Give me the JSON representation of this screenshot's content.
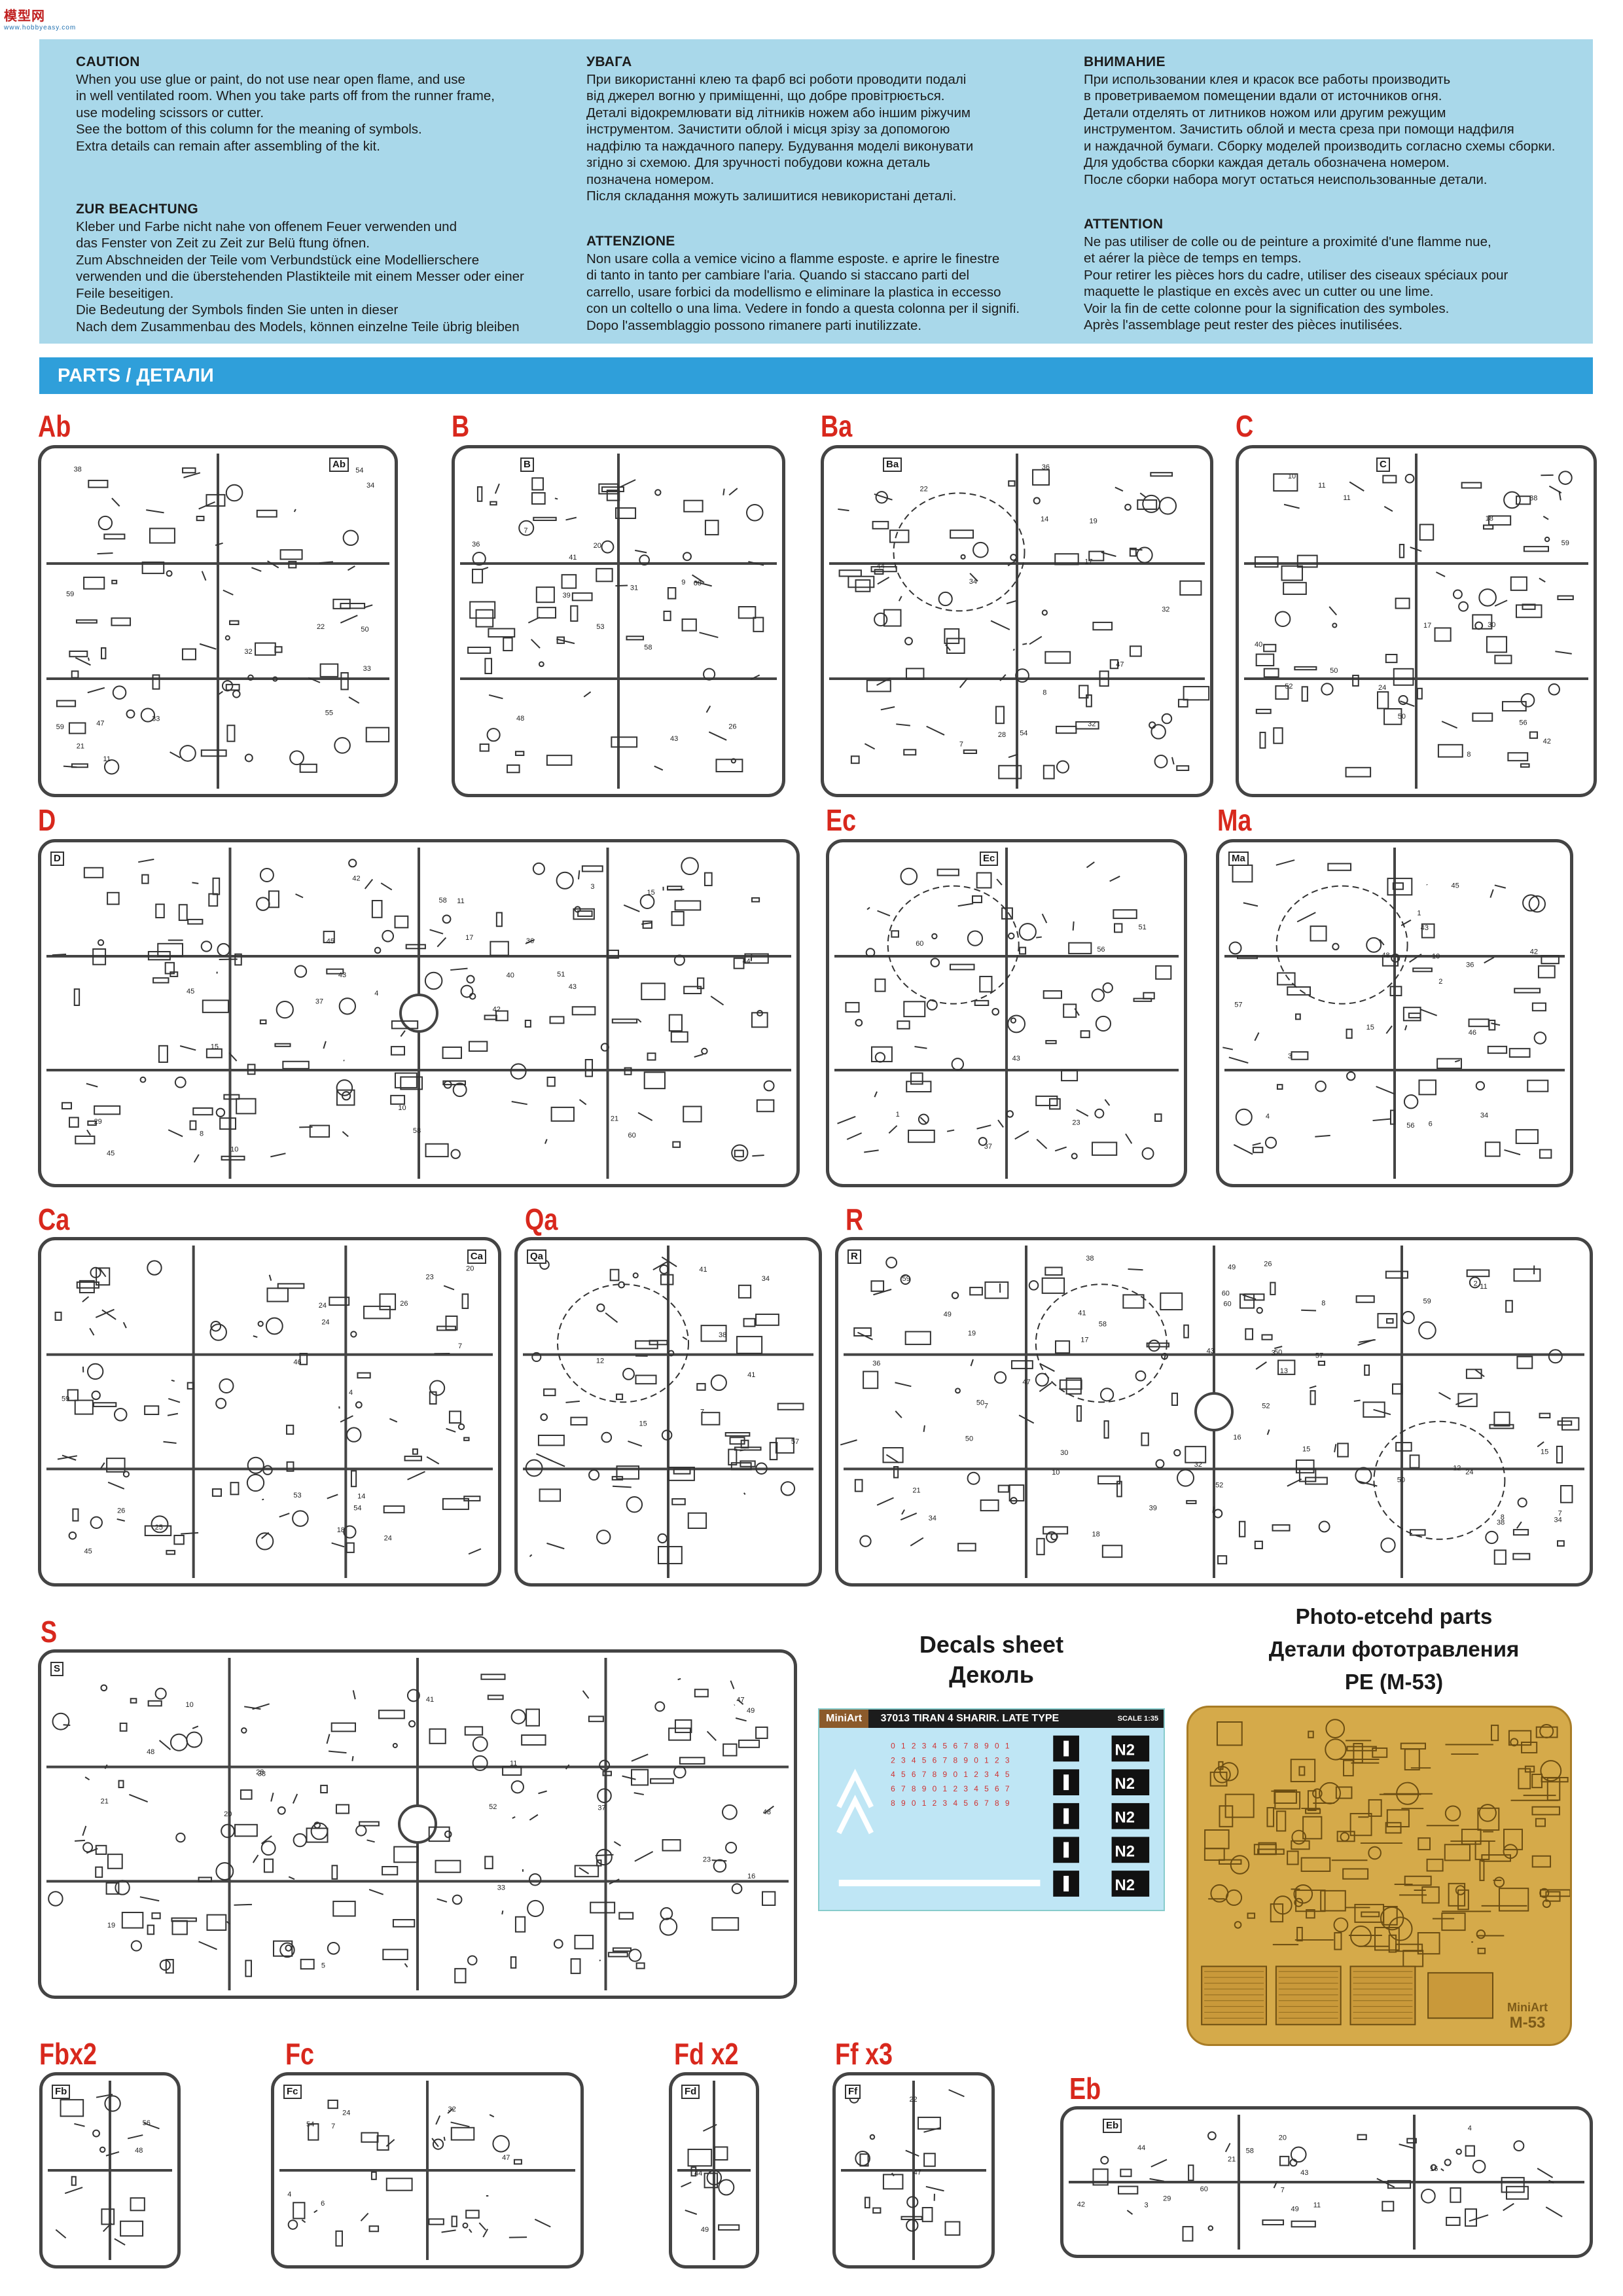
{
  "watermark": {
    "text": "模型网",
    "sub": "www.hobbyeasy.com"
  },
  "notices": {
    "caution": {
      "title": "CAUTION",
      "body": "When you use glue or paint, do not use near open flame, and use\nin well ventilated room. When you take parts off from the runner frame,\nuse modeling scissors or cutter.\nSee the bottom of this column for the meaning of symbols.\nExtra details can remain after assembling of the kit."
    },
    "zur_beachtung": {
      "title": "ZUR BEACHTUNG",
      "body": "Kleber und Farbe nicht nahe von offenem Feuer verwenden und\ndas Fenster von Zeit zu Zeit zur Belü ftung öfnen.\nZum Abschneiden der Teile vom Verbundstück eine Modellierschere\nverwenden und die überstehenden Plastikteile mit einem Messer oder einer\nFeile beseitigen.\nDie Bedeutung der Symbols finden Sie unten in dieser\nNach dem Zusammenbau des Models, können einzelne Teile übrig bleiben"
    },
    "uvaga": {
      "title": "УВАГА",
      "body": "При використанні клею та фарб всі роботи проводити подалі\nвід джерел вогню у приміщенні, що добре провітрюється.\nДеталі відокремлювати від літників ножем або іншим ріжучим\nінструментом. Зачистити облой і місця зрізу за допомогою\nнадфілю та наждачного паперу. Будування моделі виконувати\nзгідно зі схемою. Для зручності побудови кожна деталь\nпозначена номером.\nПісля складання можуть залишитися невикористані деталі."
    },
    "attenzione": {
      "title": "ATTENZIONE",
      "body": "Non usare colla a vemice vicino a flamme esposte. e aprire le finestre\ndi tanto in tanto per cambiare l'aria. Quando si staccano parti del\ncarrello, usare forbici da modellismo e eliminare la plastica in eccesso\ncon un coltello o una lima. Vedere in fondo a questa colonna  per il signifi.\nDopo l'assemblaggio possono rimanere parti inutilizzate."
    },
    "vnimanie": {
      "title": "ВНИМАНИЕ",
      "body": "При использовании клея и красок все работы производить\nв проветриваемом помещении вдали от источников огня.\nДетали отделять от литников ножом или другим режущим\nинструментом. Зачистить облой и места среза при помощи надфиля\nи наждачной бумаги. Сборку моделей производить согласно схемы сборки.\nДля удобства сборки каждая деталь обозначена номером.\nПосле сборки набора могут остаться неиспользованные детали."
    },
    "attention": {
      "title": "ATTENTION",
      "body": "Ne pas utiliser de colle ou de peinture a proximité d'une flamme nue,\net aérer la pièce de temps en temps.\nPour retirer les pièces hors du cadre, utiliser des ciseaux spéciaux pour\nmaquette le plastique en excès avec un cutter ou une lime.\nVoir la fin de cette colonne pour la signification des symboles.\nAprès l'assemblage peut rester des pièces inutilisées."
    }
  },
  "parts_header": "PARTS / ДЕТАЛИ",
  "sprues": [
    {
      "id": "Ab",
      "label": "Ab",
      "tag": "Ab"
    },
    {
      "id": "B",
      "label": "B",
      "tag": "B"
    },
    {
      "id": "Ba",
      "label": "Ba",
      "tag": "Ba"
    },
    {
      "id": "C",
      "label": "C",
      "tag": "C"
    },
    {
      "id": "D",
      "label": "D",
      "tag": "D"
    },
    {
      "id": "Ec",
      "label": "Ec",
      "tag": "Ec"
    },
    {
      "id": "Ma",
      "label": "Ma",
      "tag": "Ma"
    },
    {
      "id": "Ca",
      "label": "Ca",
      "tag": "Ca"
    },
    {
      "id": "Qa",
      "label": "Qa",
      "tag": "Qa"
    },
    {
      "id": "R",
      "label": "R",
      "tag": "R"
    },
    {
      "id": "S",
      "label": "S",
      "tag": "S"
    },
    {
      "id": "Fb",
      "label": "Fbx2",
      "tag": "Fb"
    },
    {
      "id": "Fc",
      "label": "Fc",
      "tag": "Fc"
    },
    {
      "id": "Fd",
      "label": "Fd x2",
      "tag": "Fd"
    },
    {
      "id": "Ff",
      "label": "Ff x3",
      "tag": "Ff"
    },
    {
      "id": "Eb",
      "label": "Eb",
      "tag": "Eb"
    }
  ],
  "decals": {
    "title_en": "Decals sheet",
    "title_ru": "Деколь",
    "brand": "MiniArt",
    "header": "37013 TIRAN 4 SHARIR. LATE TYPE",
    "scale": "SCALE 1:35",
    "symbol": "N2"
  },
  "pe": {
    "title_en": "Photo-etcehd parts",
    "title_ru": "Детали фототравления",
    "code": "PE (M-53)",
    "brand": "MiniArt",
    "brand_code": "M-53"
  }
}
